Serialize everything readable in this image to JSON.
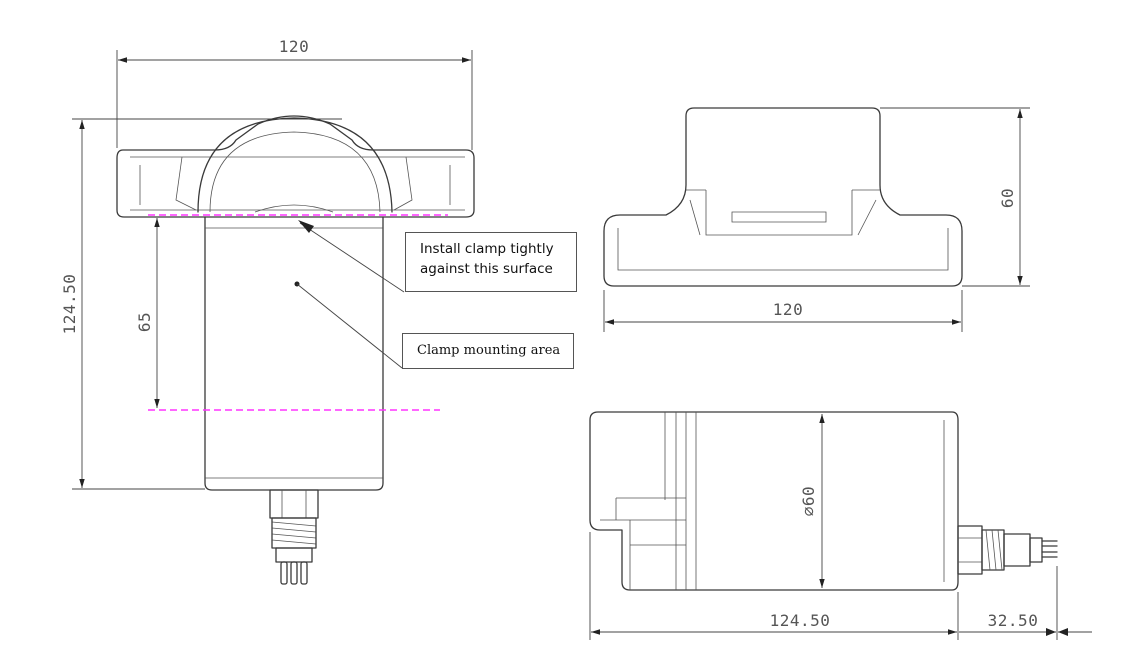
{
  "dimensions": {
    "front_width": "120",
    "front_height": "124.50",
    "clamp_area": "65",
    "side_height": "60",
    "side_width": "120",
    "bottom_diameter": "⌀60",
    "bottom_length": "124.50",
    "connector_length": "32.50"
  },
  "callouts": {
    "install_line1": "Install clamp tightly",
    "install_line2": "against this surface",
    "mounting": "Clamp mounting area"
  },
  "colors": {
    "guide_line": "#ff33ff",
    "line": "#3a3a3a"
  }
}
